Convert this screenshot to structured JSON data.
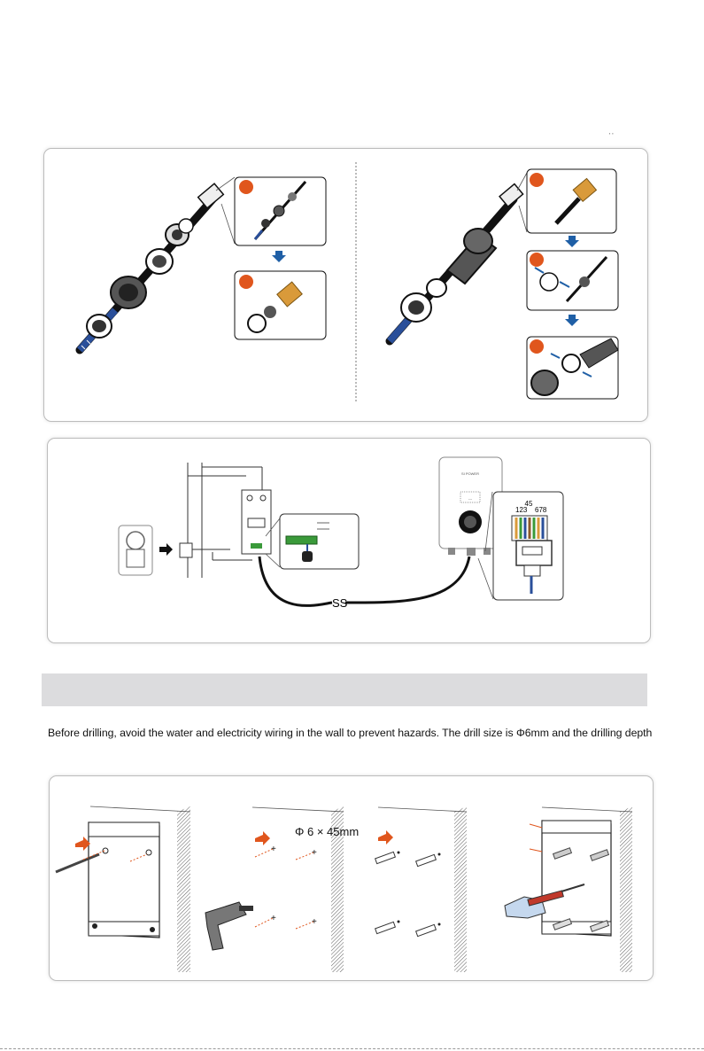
{
  "corner_mark": "' '",
  "section_bar": {
    "title": ""
  },
  "instruction": {
    "text": "Before drilling, avoid the water and electricity wiring in the wall to prevent hazards. The drill size is  Φ6mm and the drilling depth"
  },
  "panel_cable_assembly": {
    "icons": [
      "cable-gland-exploded-icon",
      "rj45-plug-icon",
      "down-arrow-icon",
      "clip-insert-icon"
    ]
  },
  "panel_meter_wiring": {
    "inverter_logo": "SI POWER",
    "inverter_screen": "---",
    "pin_labels": {
      "top": "45",
      "left": "123",
      "right": "678"
    },
    "cable_break_symbol": "SS"
  },
  "panel_wall_mount": {
    "drill_label": "Φ 6 × 45mm",
    "icons": [
      "mounting-plate-icon",
      "drill-icon",
      "wall-plug-icon",
      "screwdriver-hand-icon"
    ]
  },
  "colors": {
    "accent_orange": "#e0561d",
    "arrow_blue": "#1f5fa6",
    "rj45_gold": "#d99a3a",
    "bar_gray": "#dcdcde"
  }
}
